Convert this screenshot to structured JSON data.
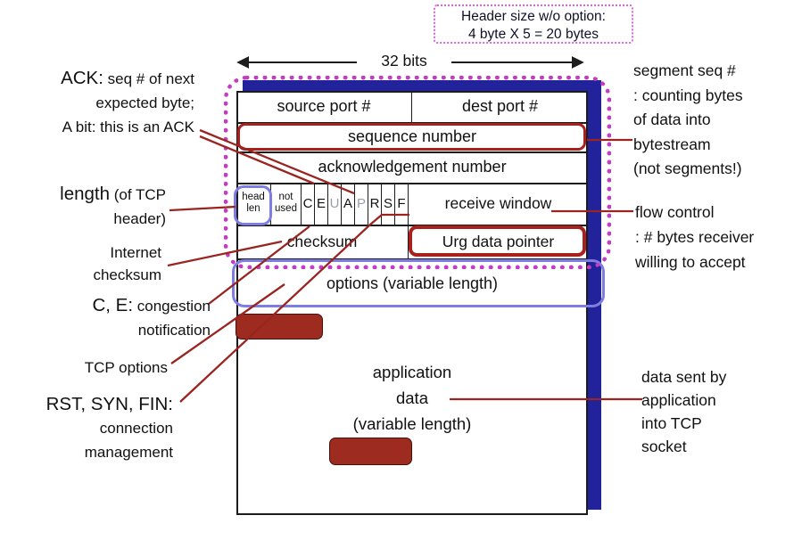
{
  "colors": {
    "shadow_navy": "#22229b",
    "magenta_dotted": "#c43bc4",
    "highlight_red_outline": "#a8211c",
    "highlight_red_fill": "#9e2b20",
    "periwinkle_outline": "#7d7de2",
    "connector_red": "#992521",
    "note_pink_border": "#d964d9",
    "muted_flag": "#9aa0a6",
    "text": "#111111"
  },
  "top_note": {
    "lines": [
      "Header size w/o option:",
      "4 byte X 5 = 20 bytes"
    ]
  },
  "bits_label": "32 bits",
  "segment": {
    "source_port": "source port #",
    "dest_port": "dest port #",
    "sequence_number": "sequence number",
    "ack_number": "acknowledgement number",
    "head_len": [
      "head",
      "len"
    ],
    "not_used": [
      "not",
      "used"
    ],
    "flags": [
      "C",
      "E",
      "U",
      "A",
      "P",
      "R",
      "S",
      "F"
    ],
    "muted_flags": [
      "U",
      "P"
    ],
    "receive_window": "receive window",
    "checksum": "checksum",
    "urg_pointer": "Urg data pointer",
    "options": "options (variable length)",
    "app_data": [
      "application",
      "data",
      "(variable length)"
    ]
  },
  "annotations": {
    "left": {
      "ack": {
        "big": "ACK:",
        "rest": "seq # of next",
        "l2": "expected byte;",
        "l3": "A bit: this is an ACK"
      },
      "length": {
        "big": "length",
        "rest": "(of TCP",
        "l2": "header)"
      },
      "inet": {
        "l1": "Internet",
        "l2": "checksum"
      },
      "ce": {
        "big": "C, E:",
        "rest": "congestion",
        "l2": "notification"
      },
      "tcp_options": "TCP options",
      "rst": {
        "big": "RST, SYN, FIN:",
        "l2": "connection",
        "l3": "management"
      }
    },
    "right": {
      "seq": {
        "l1": "segment seq  #",
        "l2": ": counting bytes",
        "l3": "of data into",
        "l4": "bytestream",
        "l5": "(not segments!)"
      },
      "flow": {
        "l1": "flow control",
        "l2": ": # bytes receiver",
        "l3": "willing to accept"
      },
      "sent": {
        "l1": "data sent by",
        "l2": "application",
        "l3": "into TCP",
        "l4": "socket"
      }
    }
  }
}
